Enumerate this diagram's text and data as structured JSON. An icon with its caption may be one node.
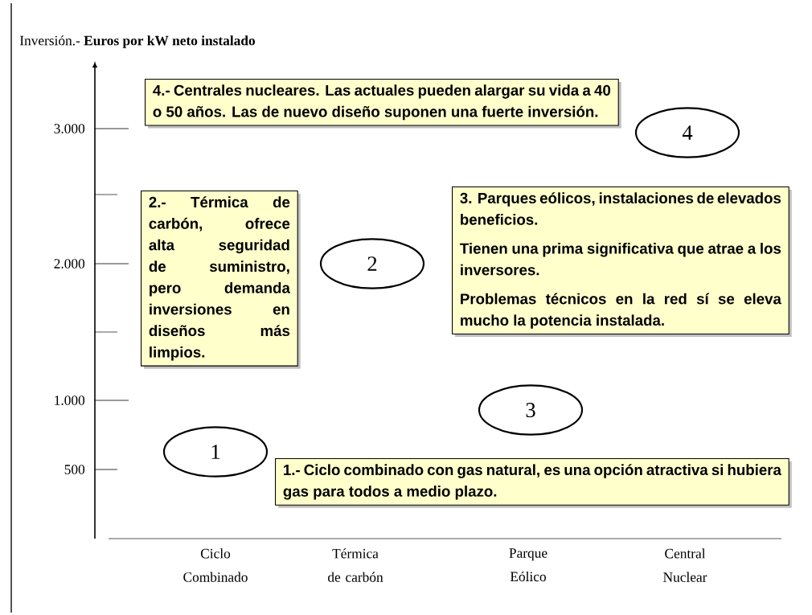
{
  "diagram": {
    "nodes": [
      {
        "text": [
          "4.- Centrales nucleares. Las actuales pueden alargar su vida a 40 o 50 años. Las de nuevo diseño suponen una fuerte inversión."
        ]
      },
      {
        "text": [
          "4"
        ]
      },
      {
        "text": [
          "2.- Térmica de carbón, ofrece alta seguridad de suministro, pero demanda inversiones en diseños más limpios."
        ]
      },
      {
        "text": [
          "2"
        ]
      },
      {
        "text": [
          "3. Parques eólicos, instalaciones de elevados beneficios.",
          "Tienen una prima significativa que atrae a los inversores.",
          "Problemas técnicos en la red sí se eleva mucho la potencia instalada."
        ]
      },
      {
        "text": [
          "3"
        ]
      },
      {
        "text": [
          "1"
        ]
      },
      {
        "text": [
          "1.- Ciclo combinado con gas natural, es una opción atractiva si hubiera gas para todos a medio plazo."
        ]
      }
    ],
    "labels": [
      "Inversión.- **Euros por kW neto instalado**",
      "3.000",
      "2.000",
      "1.000",
      "500",
      "Ciclo Combinado",
      "Térmica de carbón",
      "Parque Eólico",
      "Central Nuclear"
    ]
  }
}
